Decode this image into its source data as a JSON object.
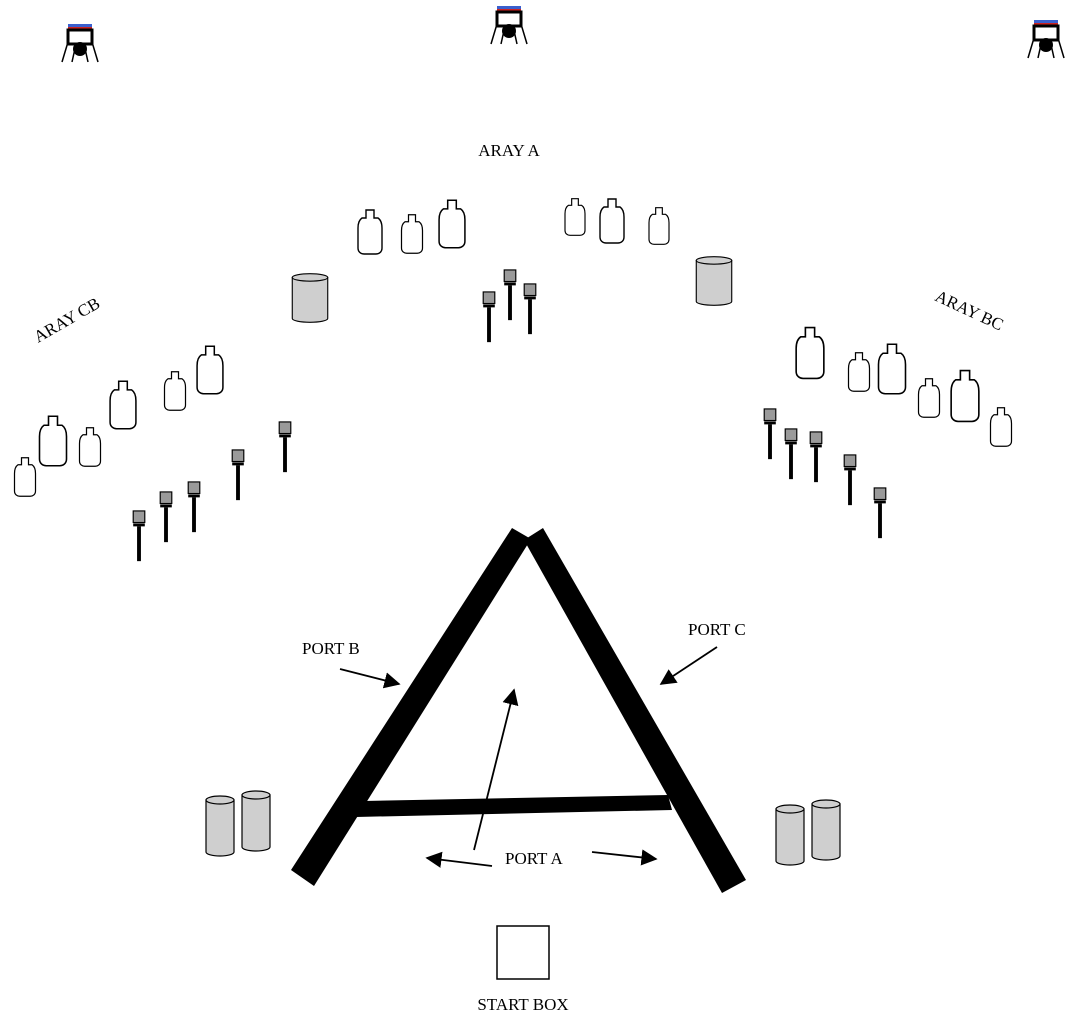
{
  "labels": {
    "array_a": "ARAY  A",
    "array_cb": "ARAY  CB",
    "array_bc": "ARAY  BC",
    "port_a": "PORT A",
    "port_b": "PORT B",
    "port_c": "PORT C",
    "start_box": "START BOX"
  },
  "colors": {
    "ink": "#000000",
    "steel_fill": "#9a9a9a",
    "barrel_fill": "#cfcfcf",
    "stand_blue": "#3a5fcd",
    "stand_red": "#cc2222"
  },
  "icons": {
    "shooting_stand": "camera-stand-icon",
    "paper_target": "silhouette-target-icon",
    "steel_target": "popper-steel-target-icon",
    "barrel": "barrel-icon"
  }
}
